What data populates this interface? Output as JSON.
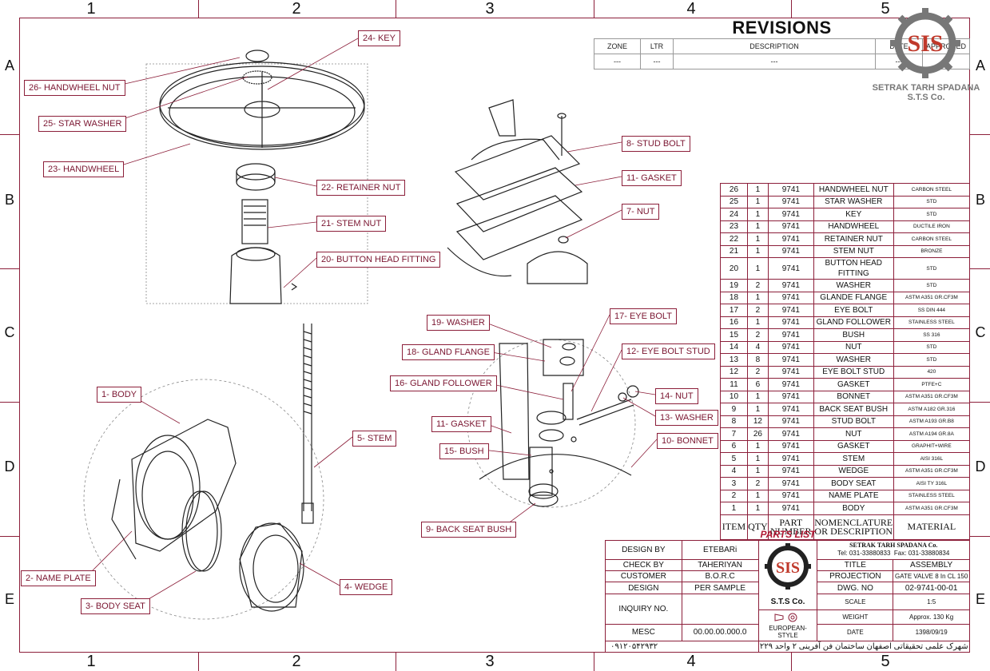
{
  "zones": {
    "columns": [
      "1",
      "2",
      "3",
      "4",
      "5"
    ],
    "rows": [
      "A",
      "B",
      "C",
      "D",
      "E"
    ]
  },
  "revisions": {
    "title": "REVISIONS",
    "headers": [
      "ZONE",
      "LTR",
      "DESCRIPTION",
      "DATE",
      "APPROVED"
    ],
    "row": [
      "---",
      "---",
      "---",
      "---",
      "---"
    ]
  },
  "company": {
    "name": "SETRAK TARH SPADANA",
    "short": "S.T.S Co."
  },
  "callouts": {
    "c24": "24- KEY",
    "c26": "26- HANDWHEEL NUT",
    "c25": "25- STAR WASHER",
    "c23": "23- HANDWHEEL",
    "c22": "22- RETAINER NUT",
    "c21": "21- STEM NUT",
    "c20": "20- BUTTON HEAD FITTING",
    "c8": "8- STUD BOLT",
    "c11a": "11- GASKET",
    "c7": "7- NUT",
    "c19": "19- WASHER",
    "c17": "17- EYE BOLT",
    "c18": "18- GLAND FLANGE",
    "c12": "12- EYE BOLT STUD",
    "c16": "16- GLAND FOLLOWER",
    "c14": "14- NUT",
    "c13": "13- WASHER",
    "c11b": "11- GASKET",
    "c10": "10- BONNET",
    "c15": "15- BUSH",
    "c9": "9- BACK SEAT BUSH",
    "c1": "1- BODY",
    "c5": "5- STEM",
    "c2": "2- NAME PLATE",
    "c4": "4- WEDGE",
    "c3": "3- BODY SEAT"
  },
  "parts_list": {
    "rows": [
      [
        "26",
        "1",
        "9741",
        "HANDWHEEL NUT",
        "CARBON STEEL"
      ],
      [
        "25",
        "1",
        "9741",
        "STAR WASHER",
        "STD"
      ],
      [
        "24",
        "1",
        "9741",
        "KEY",
        "STD"
      ],
      [
        "23",
        "1",
        "9741",
        "HANDWHEEL",
        "DUCTILE IRON"
      ],
      [
        "22",
        "1",
        "9741",
        "RETAINER NUT",
        "CARBON STEEL"
      ],
      [
        "21",
        "1",
        "9741",
        "STEM NUT",
        "BRONZE"
      ],
      [
        "20",
        "1",
        "9741",
        "BUTTON HEAD FITTING",
        "STD"
      ],
      [
        "19",
        "2",
        "9741",
        "WASHER",
        "STD"
      ],
      [
        "18",
        "1",
        "9741",
        "GLANDE FLANGE",
        "ASTM A351 GR.CF3M"
      ],
      [
        "17",
        "2",
        "9741",
        "EYE BOLT",
        "SS DIN 444"
      ],
      [
        "16",
        "1",
        "9741",
        "GLAND FOLLOWER",
        "STAINLESS STEEL"
      ],
      [
        "15",
        "2",
        "9741",
        "BUSH",
        "SS 316"
      ],
      [
        "14",
        "4",
        "9741",
        "NUT",
        "STD"
      ],
      [
        "13",
        "8",
        "9741",
        "WASHER",
        "STD"
      ],
      [
        "12",
        "2",
        "9741",
        "EYE BOLT STUD",
        "420"
      ],
      [
        "11",
        "6",
        "9741",
        "GASKET",
        "PTFE+C"
      ],
      [
        "10",
        "1",
        "9741",
        "BONNET",
        "ASTM A351 GR.CF3M"
      ],
      [
        "9",
        "1",
        "9741",
        "BACK SEAT BUSH",
        "ASTM A182 GR.316"
      ],
      [
        "8",
        "12",
        "9741",
        "STUD BOLT",
        "ASTM A193 GR.B8"
      ],
      [
        "7",
        "26",
        "9741",
        "NUT",
        "ASTM A194 GR.8A"
      ],
      [
        "6",
        "1",
        "9741",
        "GASKET",
        "GRAPHIT+WIRE"
      ],
      [
        "5",
        "1",
        "9741",
        "STEM",
        "AISI 316L"
      ],
      [
        "4",
        "1",
        "9741",
        "WEDGE",
        "ASTM A351 GR.CF3M"
      ],
      [
        "3",
        "2",
        "9741",
        "BODY SEAT",
        "AISI TY 316L"
      ],
      [
        "2",
        "1",
        "9741",
        "NAME PLATE",
        "STAINLESS STEEL"
      ],
      [
        "1",
        "1",
        "9741",
        "BODY",
        "ASTM A351 GR.CF3M"
      ]
    ],
    "headers": [
      "ITEM",
      "QTY",
      "PART NUMBER",
      "NOMENCLATURE OR DESCRIPTION",
      "MATERIAL"
    ],
    "label": "PARTS LIST"
  },
  "title_block": {
    "design_by_label": "DESIGN BY",
    "design_by": "ETEBARi",
    "check_by_label": "CHECK BY",
    "check_by": "TAHERIYAN",
    "customer_label": "CUSTOMER",
    "customer": "B.O.R.C",
    "design_label": "DESIGN",
    "design": "PER SAMPLE",
    "inquiry_label": "INQUIRY NO.",
    "inquiry": "",
    "mesc_label": "MESC",
    "mesc": "00.00.00.000.0",
    "company_name": "SETRAK TARH SPADANA Co.",
    "tel": "Tel: 031-33880833",
    "fax": "Fax: 031-33880834",
    "title_label": "TITLE",
    "title": "ASSEMBLY",
    "projection_label": "PROJECTION",
    "projection": "GATE VALVE 8 In CL 150",
    "dwg_label": "DWG. NO",
    "dwg": "02-9741-00-01",
    "scale_label": "SCALE",
    "scale": "1:5",
    "weight_label": "WEIGHT",
    "weight": "Approx. 130 Kg",
    "date_label": "DATE",
    "date": "1398/09/19",
    "logo_text": "S.T.S Co.",
    "projection_style": "EUROPEAN-STYLE",
    "phone_fa": "۰۹۱۲۰۵۴۲۹۳۲",
    "address_fa": "شهرک علمی تحقیقاتی اصفهان ساختمان فن آفرینی ۲ واحد ۲۲۹"
  },
  "colors": {
    "frame": "#8c1f3a",
    "callout_text": "#7a1530",
    "parts_label": "#b01833",
    "logo_red": "#c0392b",
    "logo_gray": "#777777"
  }
}
